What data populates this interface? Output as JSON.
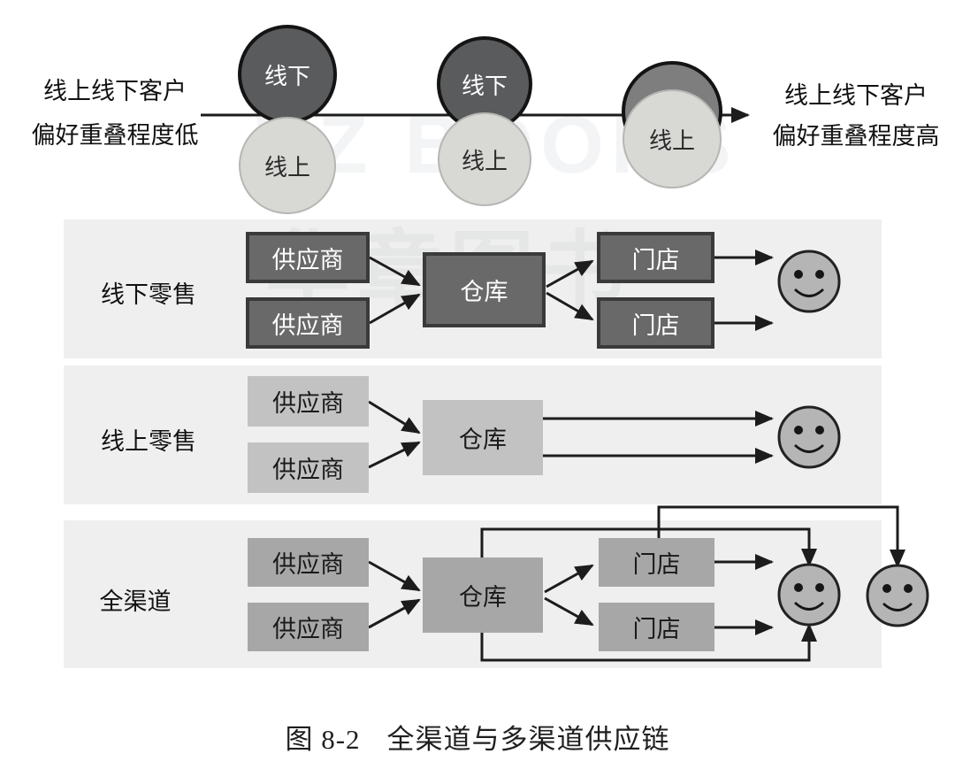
{
  "caption": {
    "number": "图 8-2",
    "text": "全渠道与多渠道供应链"
  },
  "axis": {
    "left_label": [
      "线上线下客户",
      "偏好重叠程度低"
    ],
    "right_label": [
      "线上线下客户",
      "偏好重叠程度高"
    ],
    "pairs": [
      {
        "top": "线下",
        "bottom": "线上"
      },
      {
        "top": "线下",
        "bottom": "线上"
      },
      {
        "bottom": "线上"
      }
    ]
  },
  "rows": [
    {
      "label": "线下零售",
      "suppliers": [
        "供应商",
        "供应商"
      ],
      "warehouse": "仓库",
      "stores": [
        "门店",
        "门店"
      ]
    },
    {
      "label": "线上零售",
      "suppliers": [
        "供应商",
        "供应商"
      ],
      "warehouse": "仓库",
      "stores": []
    },
    {
      "label": "全渠道",
      "suppliers": [
        "供应商",
        "供应商"
      ],
      "warehouse": "仓库",
      "stores": [
        "门店",
        "门店"
      ]
    }
  ],
  "watermark": [
    "HZ BOOKS",
    "华章图书"
  ],
  "colors": {
    "panel_bg": "#efefef",
    "dark_box_fill": "#696969",
    "dark_box_border": "#3a3a3a",
    "light_box_fill": "#c2c2c2",
    "mid_box_fill": "#a7a7a7",
    "offline_circle_fill": "#5a5b5d",
    "offline_circle_fill_light": "#7e7e7e",
    "online_circle_fill": "#d8d8d5",
    "smiley_fill": "#b5b5b5",
    "line_color": "#1c1c1c"
  }
}
